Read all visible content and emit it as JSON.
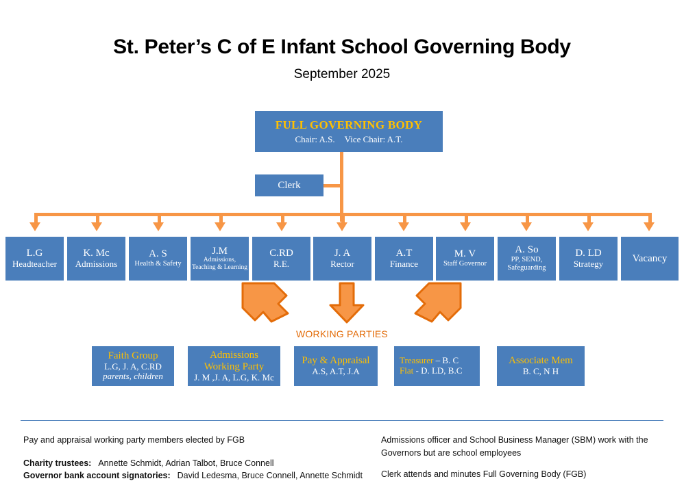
{
  "header": {
    "title": "St. Peter’s C of E Infant School Governing Body",
    "subtitle": "September 2025"
  },
  "colors": {
    "box_blue": "#4a7ebb",
    "accent_gold": "#ffc000",
    "connector_orange": "#f79646",
    "arrow_border": "#e36c09",
    "rule_blue": "#4a7ebb"
  },
  "fgb": {
    "title": "FULL GOVERNING BODY",
    "chair": "Chair: A.S.",
    "vice_chair": "Vice Chair: A.T."
  },
  "clerk": {
    "label": "Clerk"
  },
  "governors": [
    {
      "name": "L.G",
      "role": "Headteacher"
    },
    {
      "name": "K. Mc",
      "role": "Admissions"
    },
    {
      "name": "A. S",
      "role": "Health & Safety"
    },
    {
      "name": "J.M",
      "role": "Admissions,\nTeaching & Learning"
    },
    {
      "name": "C.RD",
      "role": "R.E."
    },
    {
      "name": "J. A",
      "role": "Rector"
    },
    {
      "name": "A.T",
      "role": "Finance"
    },
    {
      "name": "M. V",
      "role": "Staff Governor"
    },
    {
      "name": "A. So",
      "role": "PP, SEND,\nSafeguarding"
    },
    {
      "name": "D. LD",
      "role": "Strategy"
    },
    {
      "name": "Vacancy",
      "role": ""
    }
  ],
  "working_parties": {
    "label": "WORKING PARTIES",
    "groups": [
      {
        "title": "Faith Group",
        "members": "L.G, J. A, C.RD",
        "note": "parents, children"
      },
      {
        "title": "Admissions\nWorking Party",
        "members": "J. M ,J. A, L.G, K. Mc",
        "note": ""
      },
      {
        "title": "Pay & Appraisal",
        "members": "A.S, A.T, J.A",
        "note": ""
      },
      {
        "title_line1_label": "Treasurer",
        "title_line1_value": " – B. C",
        "title_line2_label": "Flat",
        "title_line2_value": " - D. LD,  B.C"
      },
      {
        "title": "Associate Mem",
        "members": "B. C,  N H",
        "note": ""
      }
    ]
  },
  "footer": {
    "left": {
      "line1": "Pay and appraisal working party members elected by FGB",
      "trustees_label": "Charity trustees:",
      "trustees_value": "Annette Schmidt, Adrian Talbot, Bruce Connell",
      "signatories_label": "Governor bank account signatories:",
      "signatories_value": "David Ledesma, Bruce Connell, Annette Schmidt"
    },
    "right": {
      "line1": "Admissions officer and School Business Manager (SBM) work with the Governors but are school employees",
      "line2": "Clerk attends and minutes Full Governing Body (FGB)"
    }
  }
}
